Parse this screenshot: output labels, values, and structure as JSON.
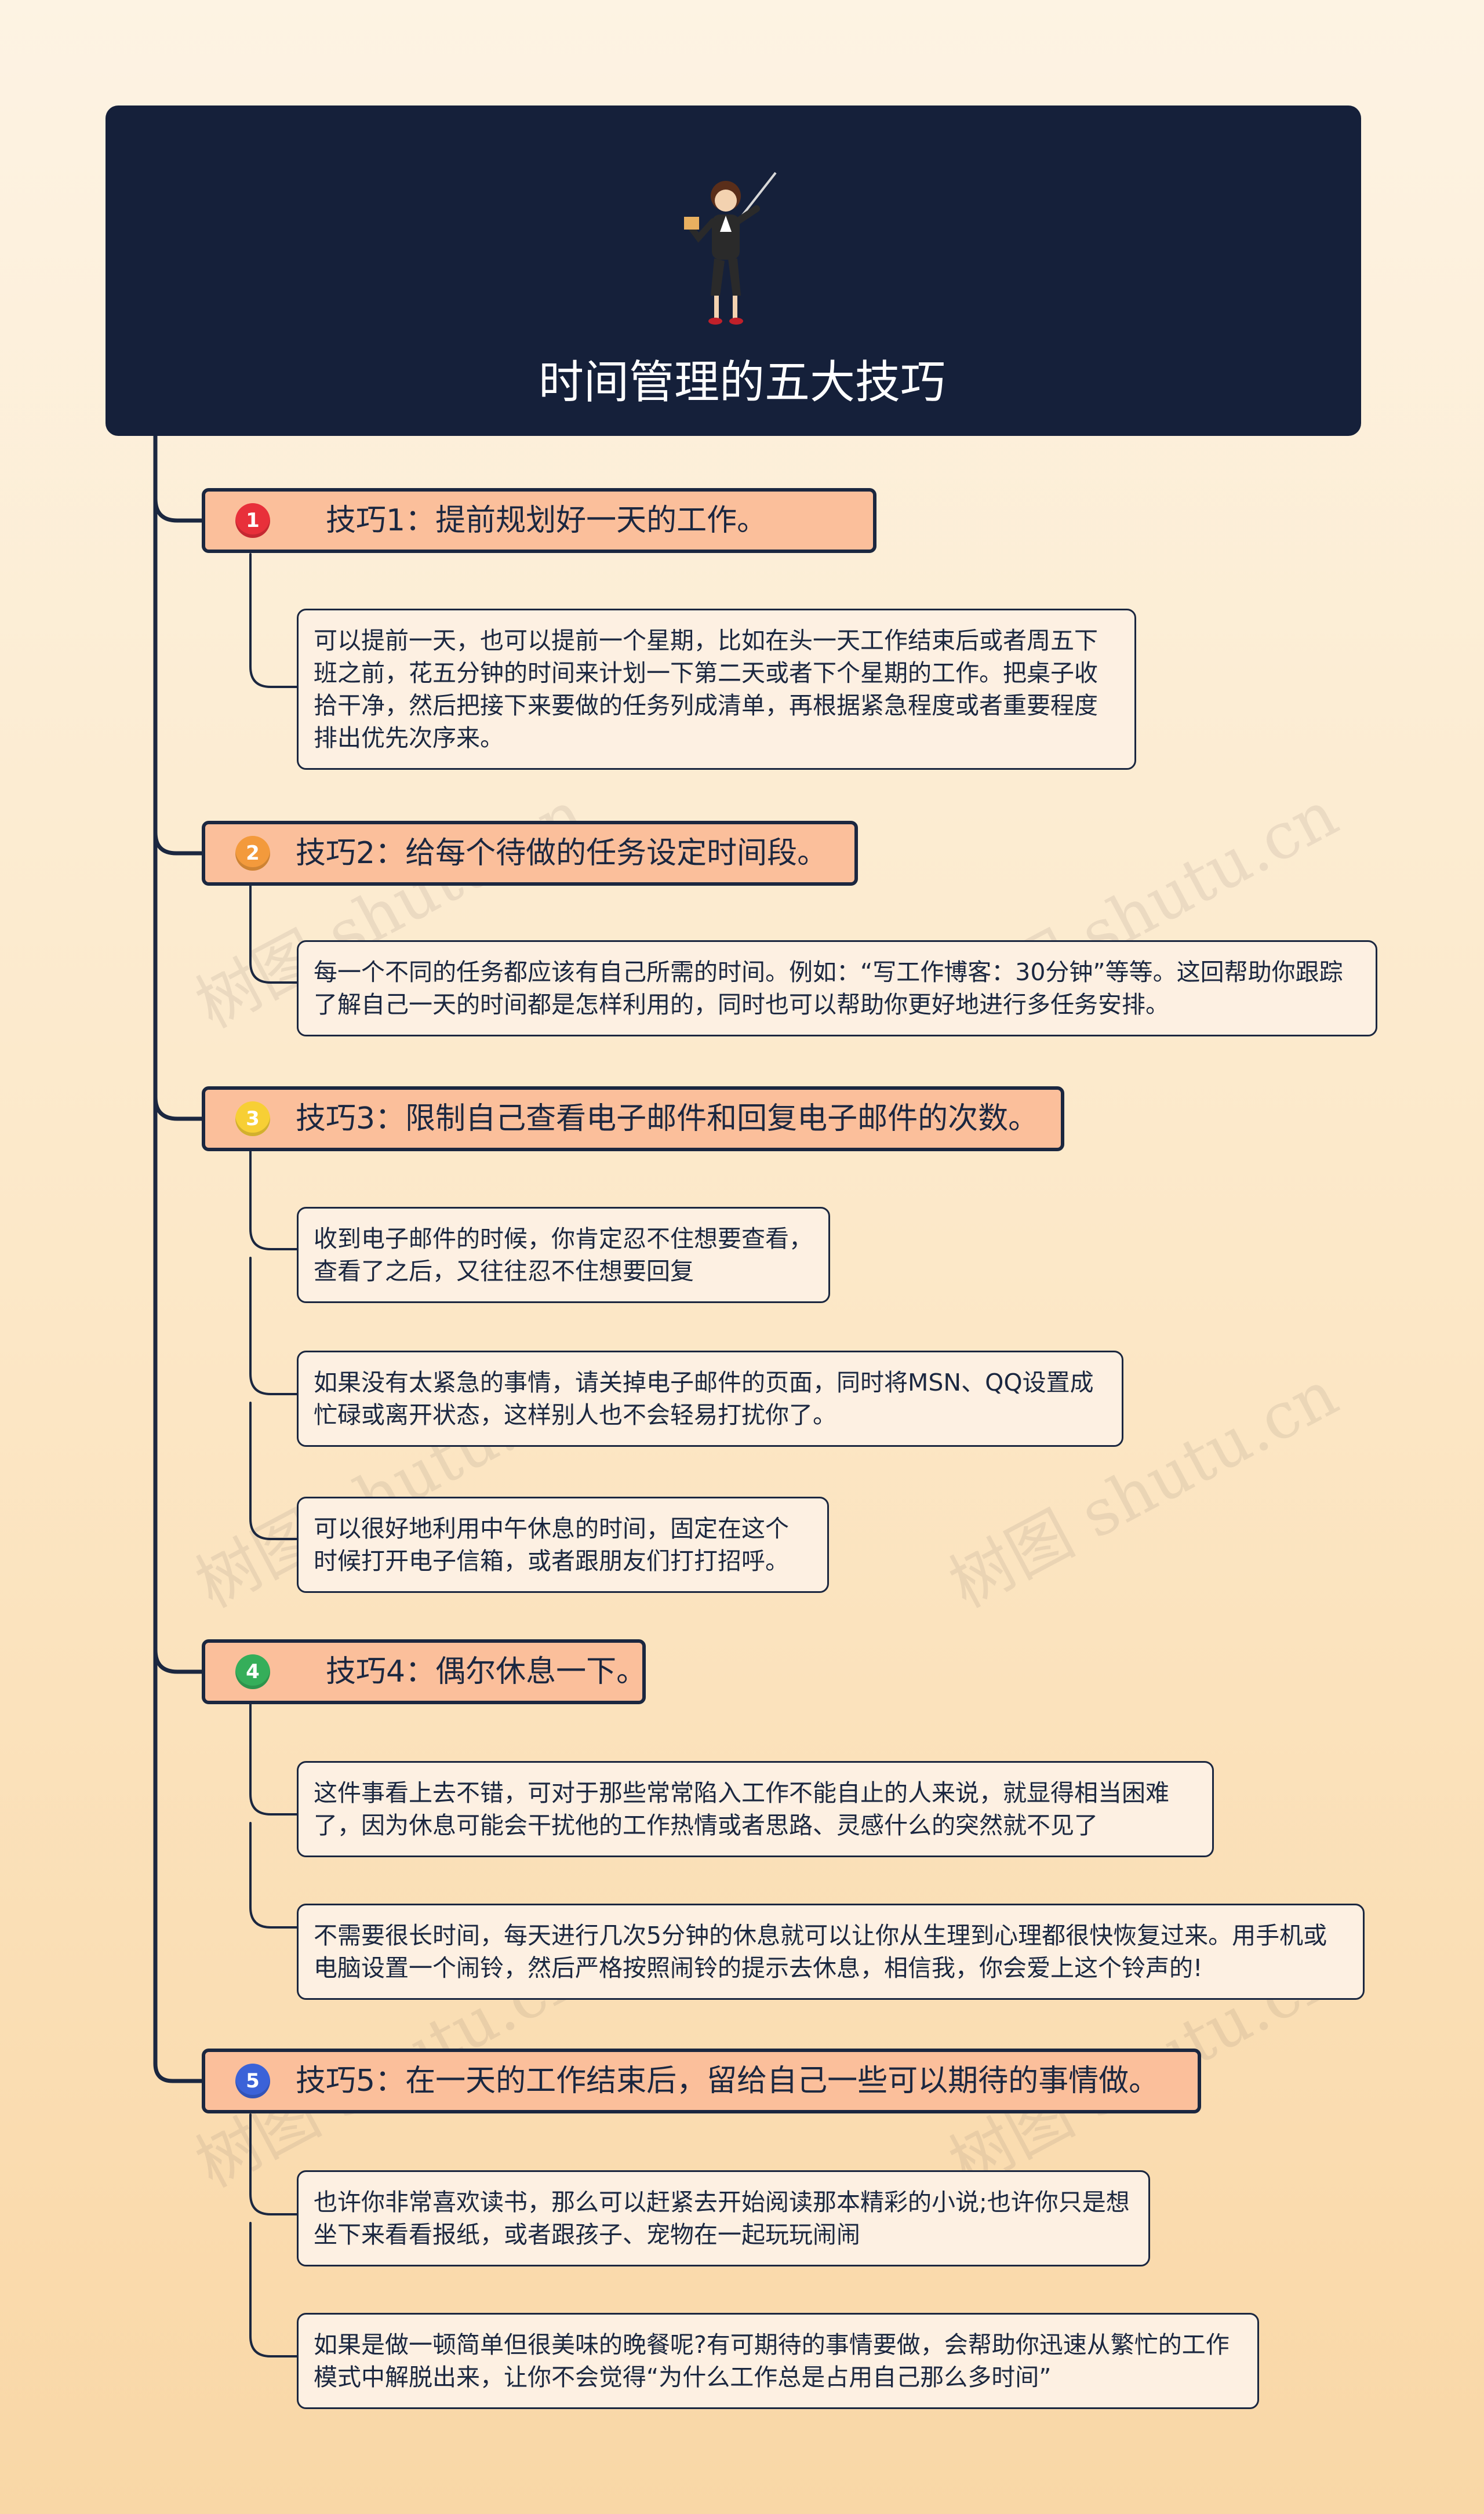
{
  "title": "时间管理的五大技巧",
  "watermark": "树图 shutu.cn",
  "colors": {
    "header_bg": "#15203a",
    "tip_bg": "#fbbf9b",
    "note_bg": "#fdf0e2",
    "line": "#1b2740"
  },
  "tips": [
    {
      "number": "1",
      "label": "技巧1：提前规划好一天的工作。",
      "badge_color": "#e8303a",
      "notes": [
        "可以提前一天，也可以提前一个星期，比如在头一天工作结束后或者周五下班之前，花五分钟的时间来计划一下第二天或者下个星期的工作。把桌子收拾干净，然后把接下来要做的任务列成清单，再根据紧急程度或者重要程度排出优先次序来。"
      ]
    },
    {
      "number": "2",
      "label": "技巧2：给每个待做的任务设定时间段。",
      "badge_color": "#f39a3c",
      "notes": [
        "每一个不同的任务都应该有自己所需的时间。例如：“写工作博客：30分钟”等等。这回帮助你跟踪了解自己一天的时间都是怎样利用的，同时也可以帮助你更好地进行多任务安排。"
      ]
    },
    {
      "number": "3",
      "label": "技巧3：限制自己查看电子邮件和回复电子邮件的次数。",
      "badge_color": "#f7cf35",
      "notes": [
        "收到电子邮件的时候，你肯定忍不住想要查看，查看了之后，又往往忍不住想要回复",
        "如果没有太紧急的事情，请关掉电子邮件的页面，同时将MSN、QQ设置成忙碌或离开状态，这样别人也不会轻易打扰你了。",
        "可以很好地利用中午休息的时间，固定在这个时候打开电子信箱，或者跟朋友们打打招呼。"
      ]
    },
    {
      "number": "4",
      "label": "技巧4：偶尔休息一下。",
      "badge_color": "#35ae5a",
      "notes": [
        "这件事看上去不错，可对于那些常常陷入工作不能自止的人来说，就显得相当困难了，因为休息可能会干扰他的工作热情或者思路、灵感什么的突然就不见了",
        "不需要很长时间，每天进行几次5分钟的休息就可以让你从生理到心理都很快恢复过来。用手机或电脑设置一个闹铃，然后严格按照闹铃的提示去休息，相信我，你会爱上这个铃声的!"
      ]
    },
    {
      "number": "5",
      "label": "技巧5：在一天的工作结束后，留给自己一些可以期待的事情做。",
      "badge_color": "#3b62d8",
      "notes": [
        "也许你非常喜欢读书，那么可以赶紧去开始阅读那本精彩的小说;也许你只是想坐下来看看报纸，或者跟孩子、宠物在一起玩玩闹闹",
        "如果是做一顿简单但很美味的晚餐呢?有可期待的事情要做，会帮助你迅速从繁忙的工作模式中解脱出来，让你不会觉得“为什么工作总是占用自己那么多时间”"
      ]
    }
  ]
}
